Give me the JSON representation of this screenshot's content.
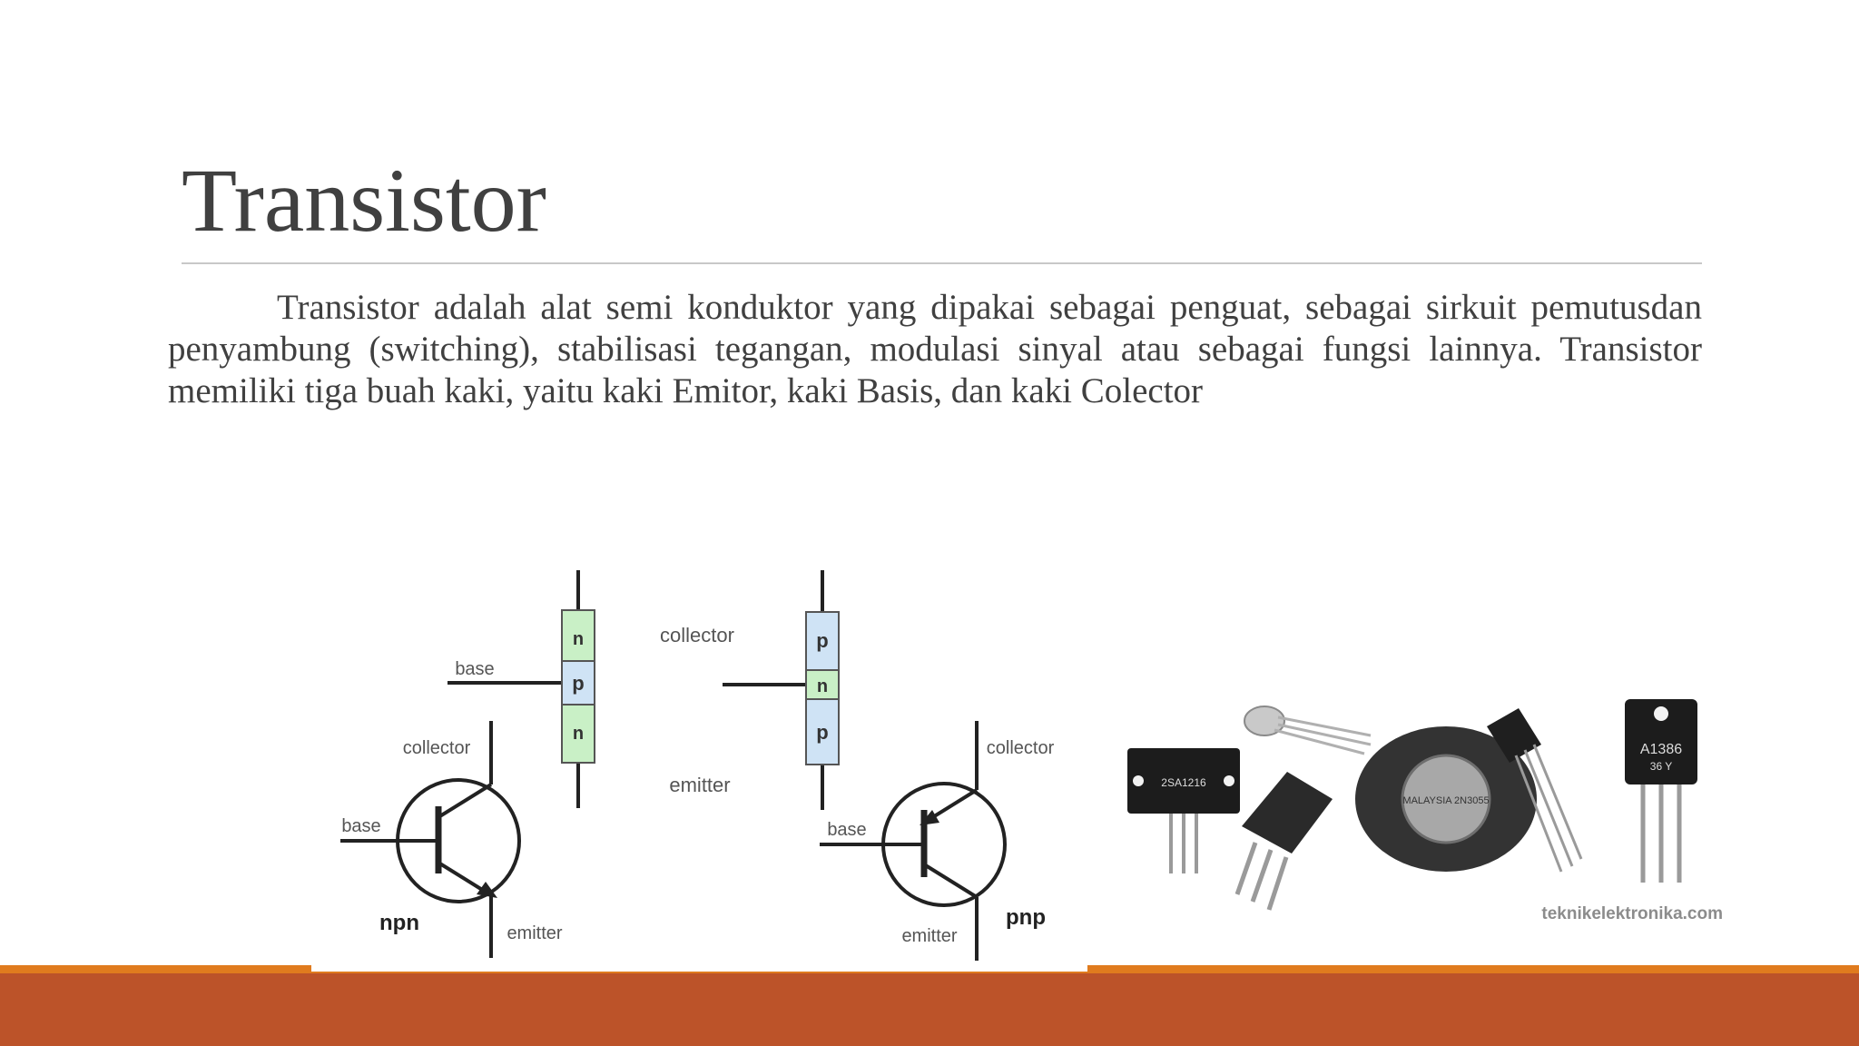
{
  "slide": {
    "title": "Transistor",
    "body": "Transistor adalah alat semi konduktor yang dipakai sebagai penguat, sebagai sirkuit pemutusdan penyambung (switching), stabilisasi tegangan, modulasi sinyal atau sebagai fungsi lainnya. Transistor memiliki tiga buah kaki, yaitu kaki Emitor, kaki Basis, dan kaki Colector"
  },
  "diagram": {
    "npn_layers": [
      "n",
      "p",
      "n"
    ],
    "pnp_layers": [
      "p",
      "n",
      "p"
    ],
    "npn_bar_labels": {
      "base": "base"
    },
    "pnp_bar_labels": {
      "collector": "collector",
      "emitter": "emitter"
    },
    "npn_symbol": {
      "collector": "collector",
      "base": "base",
      "emitter": "emitter",
      "type": "npn"
    },
    "pnp_symbol": {
      "collector": "collector",
      "base": "base",
      "emitter": "emitter",
      "type": "pnp"
    },
    "colors": {
      "n_layer": "#c9f0c6",
      "p_layer": "#cfe3f5"
    }
  },
  "photo": {
    "chip1_text": "2SA1216",
    "chip2_text": "MALAYSIA 2N3055",
    "chip3_text": "A1386",
    "chip3_sub": "36 Y",
    "watermark": "teknikelektronika.com"
  },
  "theme": {
    "accent_orange": "#e07b1e",
    "accent_rust": "#bc5329",
    "text": "#404040"
  }
}
